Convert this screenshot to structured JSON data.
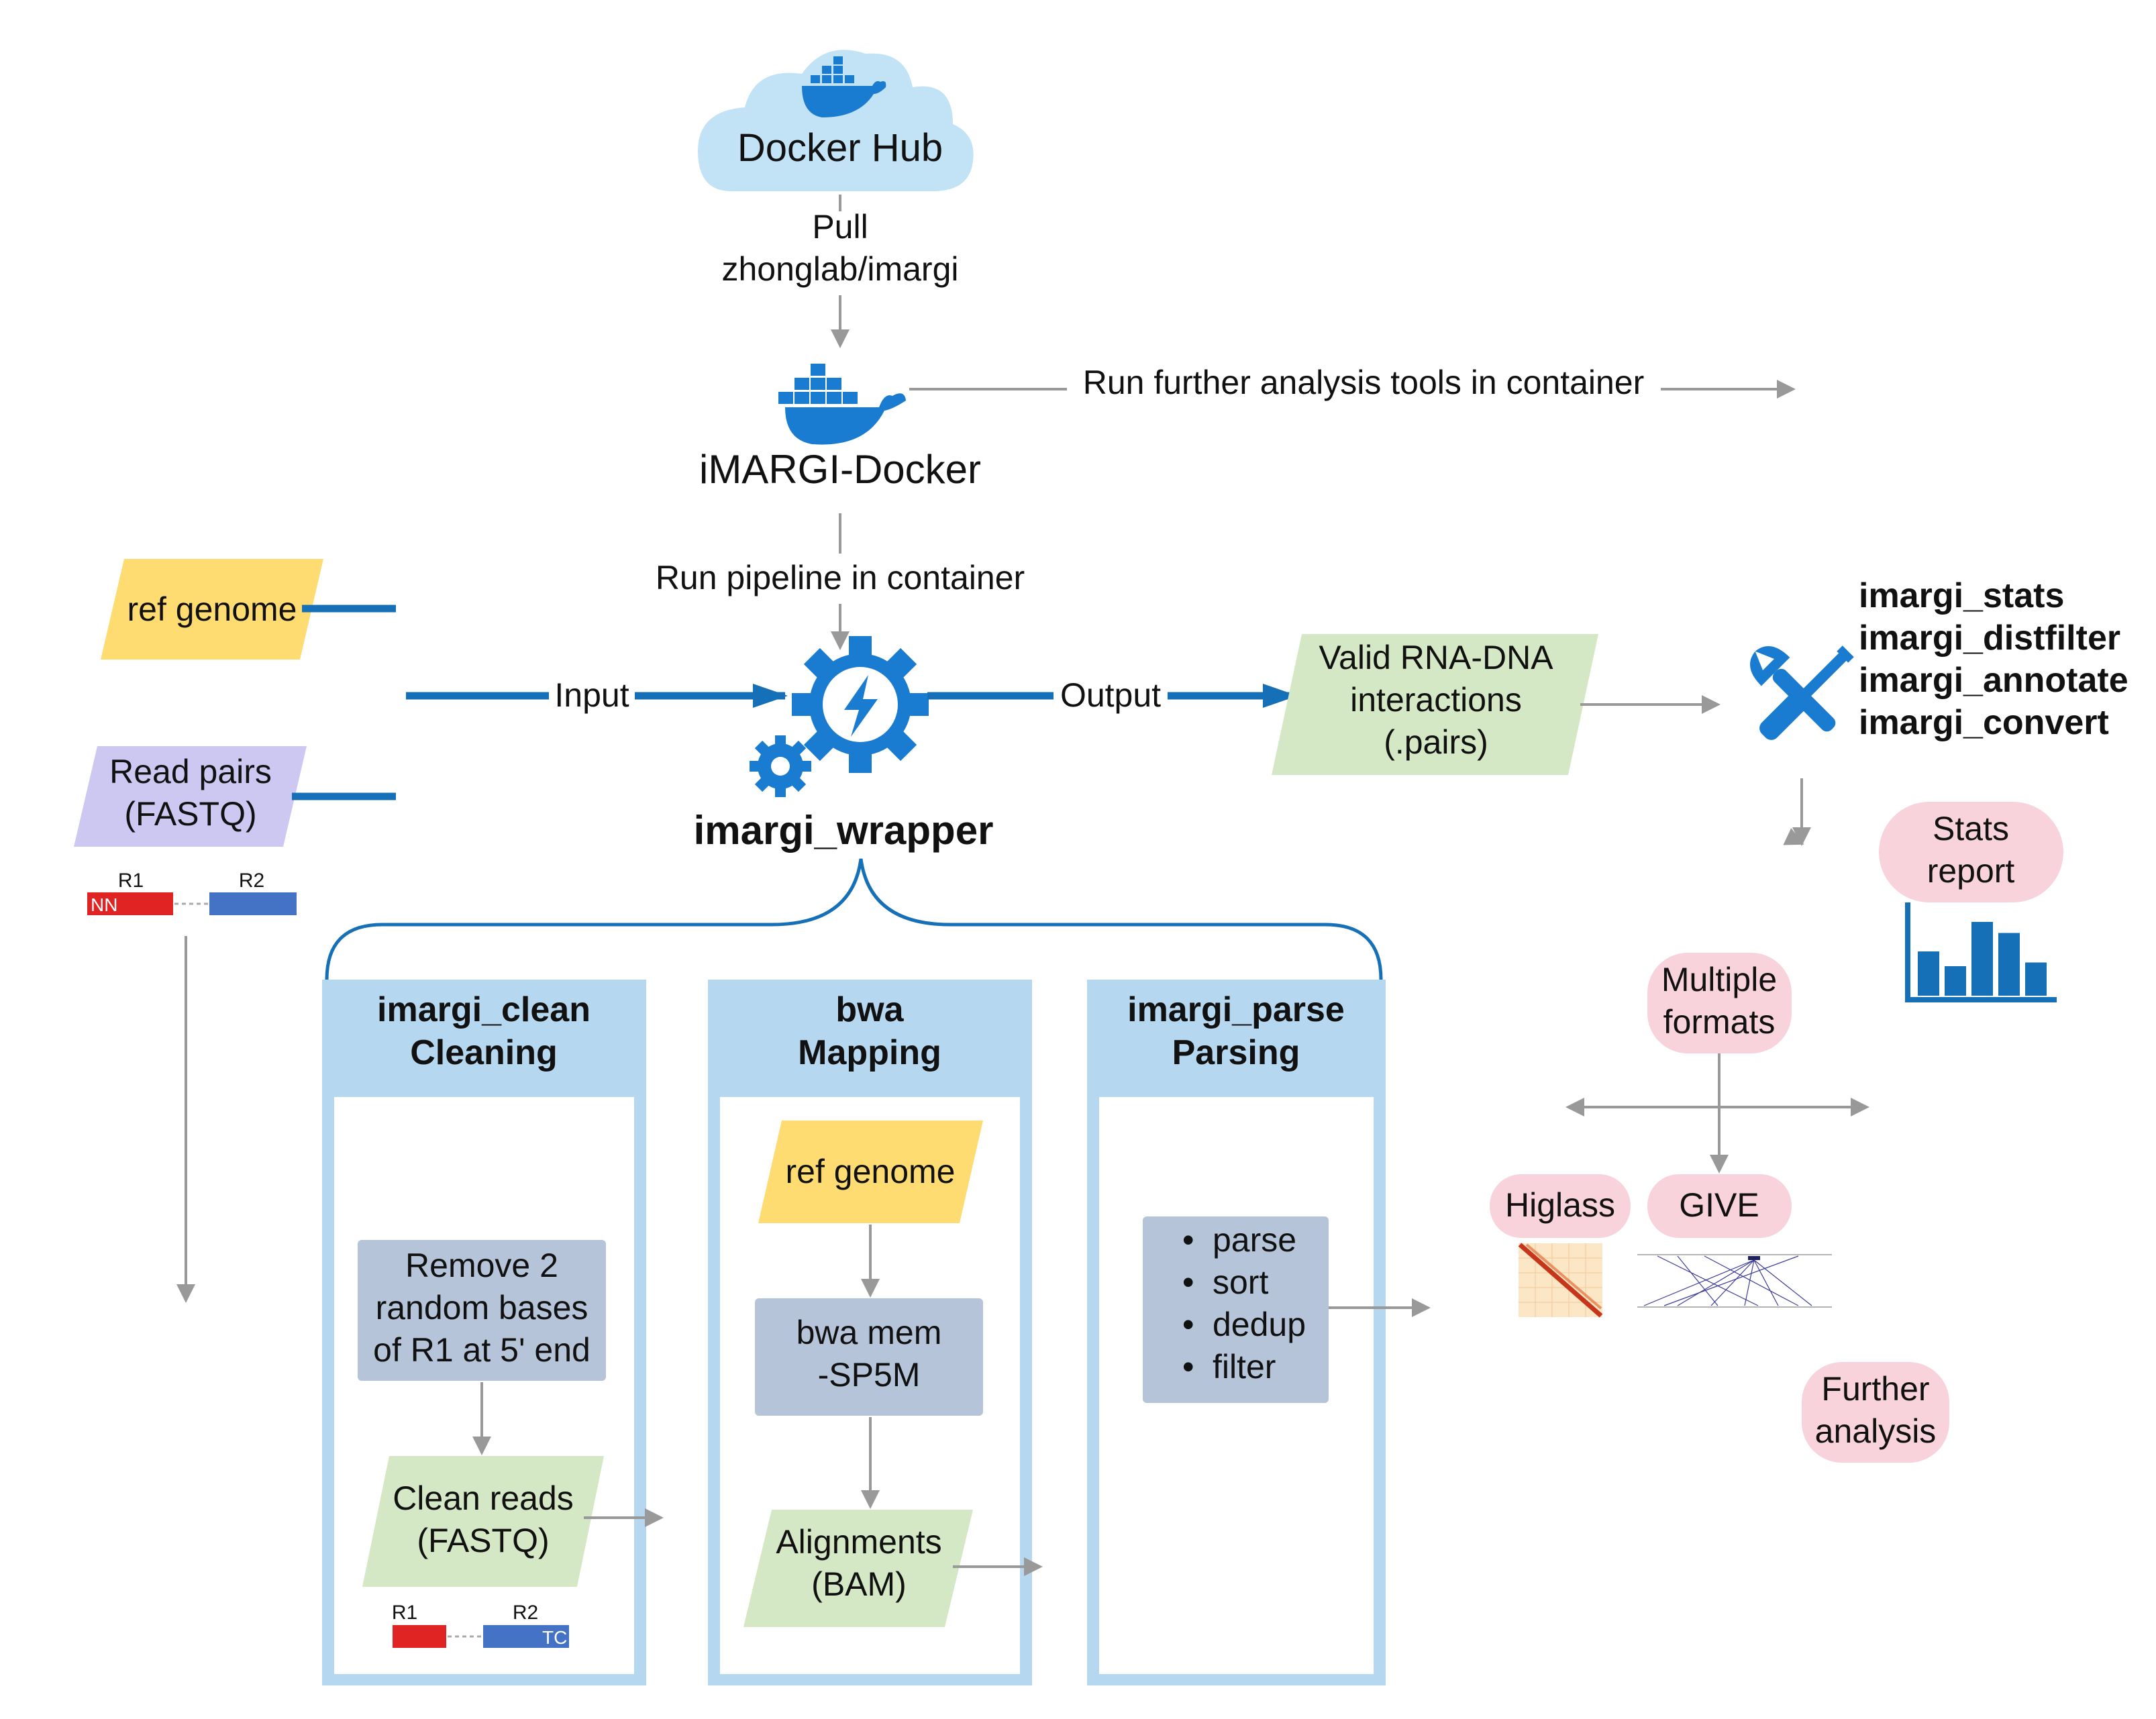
{
  "docker_hub": {
    "label": "Docker Hub"
  },
  "pull": {
    "line1": "Pull",
    "line2": "zhonglab/imargi"
  },
  "imargi_docker": {
    "label": "iMARGI-Docker"
  },
  "run_further": {
    "label": "Run further analysis tools in container"
  },
  "run_pipeline": {
    "label": "Run pipeline in container"
  },
  "ref_genome_input": {
    "label": "ref genome"
  },
  "read_pairs": {
    "line1": "Read pairs",
    "line2": "(FASTQ)"
  },
  "input_label": "Input",
  "output_label": "Output",
  "wrapper": {
    "label": "imargi_wrapper"
  },
  "valid_pairs": {
    "line1": "Valid RNA-DNA",
    "line2": "interactions",
    "line3": "(.pairs)"
  },
  "tools": [
    "imargi_stats",
    "imargi_distfilter",
    "imargi_annotate",
    "imargi_convert"
  ],
  "read_schematic_top": {
    "r1": "R1",
    "r2": "R2",
    "tag": "NN"
  },
  "read_schematic_bottom": {
    "r1": "R1",
    "r2": "R2",
    "tag": "TC"
  },
  "clean_panel": {
    "title1": "imargi_clean",
    "title2": "Cleaning",
    "step1": [
      "Remove 2",
      "random bases",
      "of R1 at 5' end"
    ],
    "output": [
      "Clean reads",
      "(FASTQ)"
    ]
  },
  "bwa_panel": {
    "title1": "bwa",
    "title2": "Mapping",
    "ref": "ref genome",
    "cmd": [
      "bwa mem",
      "-SP5M"
    ],
    "output": [
      "Alignments",
      "(BAM)"
    ]
  },
  "parse_panel": {
    "title1": "imargi_parse",
    "title2": "Parsing",
    "items": [
      "parse",
      "sort",
      "dedup",
      "filter"
    ]
  },
  "stats_report": {
    "line1": "Stats",
    "line2": "report"
  },
  "stats_chart_data": {
    "type": "bar",
    "values": [
      0.6,
      0.4,
      1.0,
      0.85,
      0.45
    ]
  },
  "multiple_formats": {
    "line1": "Multiple",
    "line2": "formats"
  },
  "higlass": {
    "label": "Higlass"
  },
  "give": {
    "label": "GIVE"
  },
  "further": {
    "line1": "Further",
    "line2": "analysis"
  },
  "colors": {
    "blue_dark": "#1570b8",
    "blue_icon": "#1a7cd1",
    "panel_fill": "#b5d7ef",
    "gray_box": "#b5c4d8",
    "yellow": "#fedc72",
    "green": "#d5e8c5",
    "lavender": "#cdc8f1",
    "pink": "#f8d3dc",
    "arrow_gray": "#999999",
    "cloud": "#c2e2f6"
  }
}
